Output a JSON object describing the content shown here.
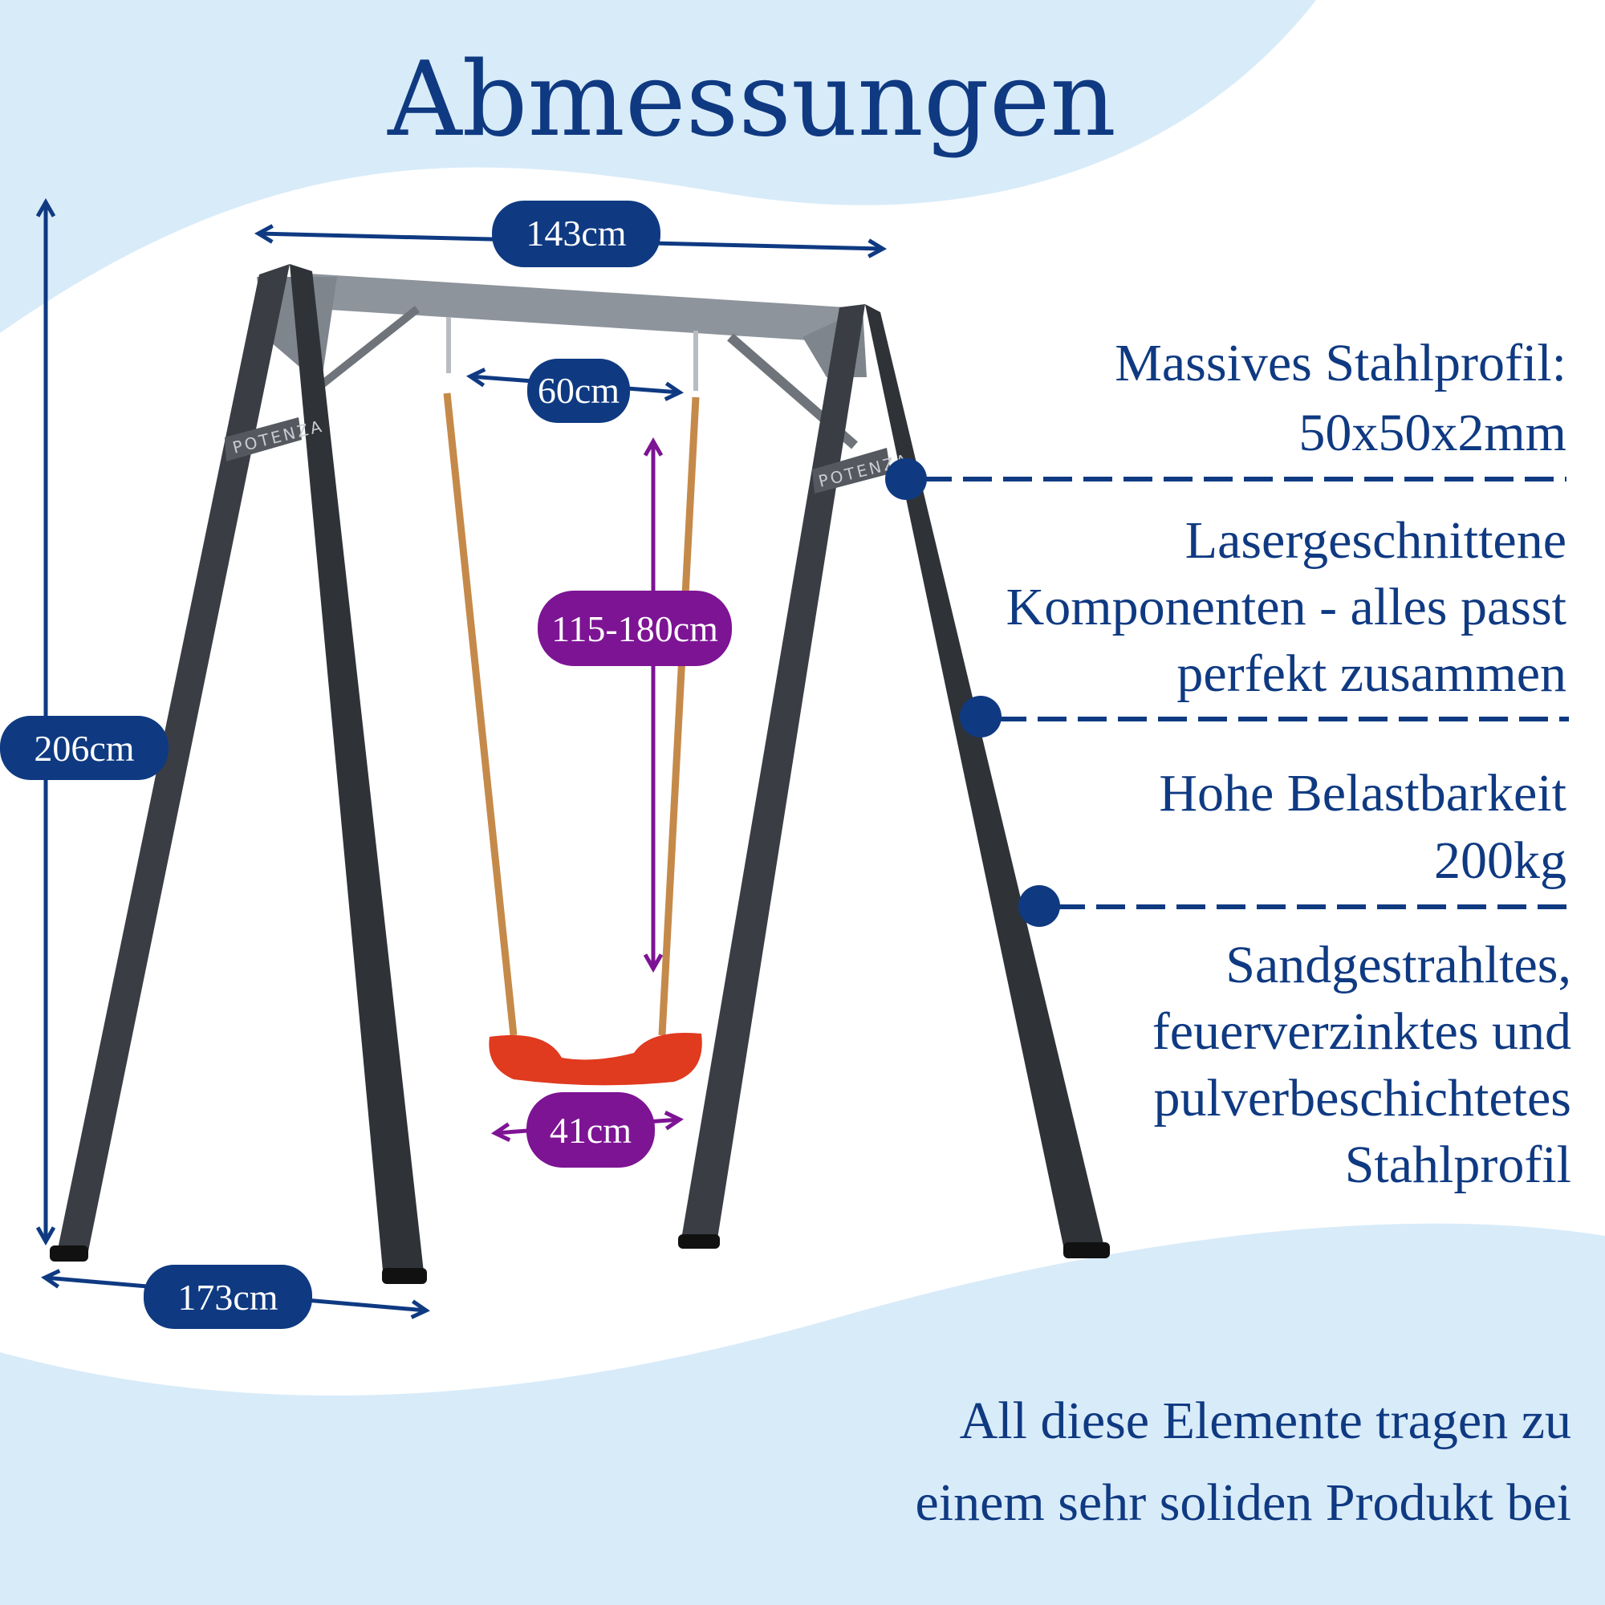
{
  "title": "Abmessungen",
  "brand_logo": "POTENZA",
  "colors": {
    "navy": "#0f3a82",
    "purple": "#7d1494",
    "wave": "#d8ebf9",
    "frame": "#3a3d43",
    "beam": "#8e949c",
    "seat": "#e03a1f"
  },
  "dimensions": {
    "top_width": "143cm",
    "rope_spacing": "60cm",
    "seat_height": "115-180cm",
    "seat_width": "41cm",
    "total_height": "206cm",
    "base_depth": "173cm"
  },
  "features": [
    {
      "lines": [
        "Massives Stahlprofil:",
        "50x50x2mm"
      ]
    },
    {
      "lines": [
        "Lasergeschnittene",
        "Komponenten - alles passt",
        "perfekt zusammen"
      ]
    },
    {
      "lines": [
        "Hohe Belastbarkeit",
        "200kg"
      ]
    },
    {
      "lines": [
        "Sandgestrahltes,",
        "feuerverzinktes und",
        "pulverbeschichtetes",
        "Stahlprofil"
      ]
    }
  ],
  "footer": {
    "lines": [
      "All diese Elemente tragen zu",
      "einem sehr soliden Produkt bei"
    ]
  }
}
